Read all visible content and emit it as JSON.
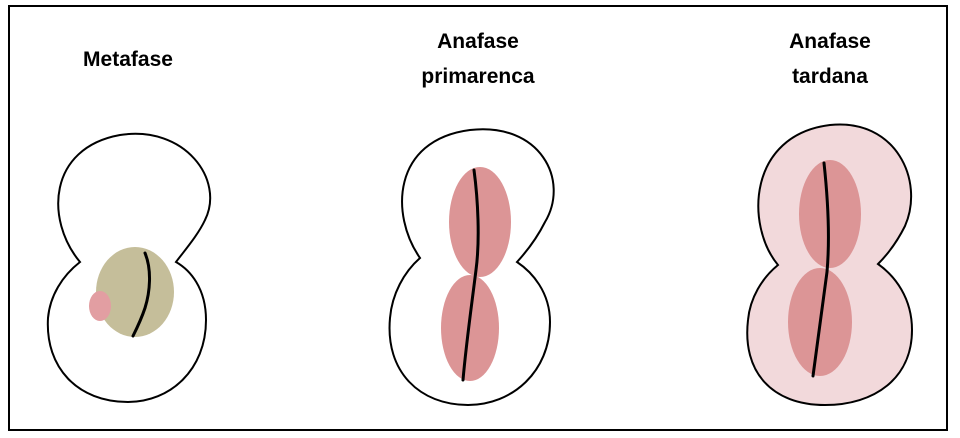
{
  "stages": [
    {
      "name": "metafase",
      "title_lines": [
        "Metafase"
      ]
    },
    {
      "name": "anafase-primarenca",
      "title_lines": [
        "Anafase",
        "primarenca"
      ]
    },
    {
      "name": "anafase-tardana",
      "title_lines": [
        "Anafase",
        "tardana"
      ]
    }
  ],
  "colors": {
    "cell_outline": "#000000",
    "cell_fill_default": "#ffffff",
    "cell_fill_late": "#f2d9db",
    "nucleus_metaphase": "#c5be9a",
    "vacuole_small": "#e29ea2",
    "chromatid_mass": "#dc9596",
    "spindle_line": "#000000"
  }
}
